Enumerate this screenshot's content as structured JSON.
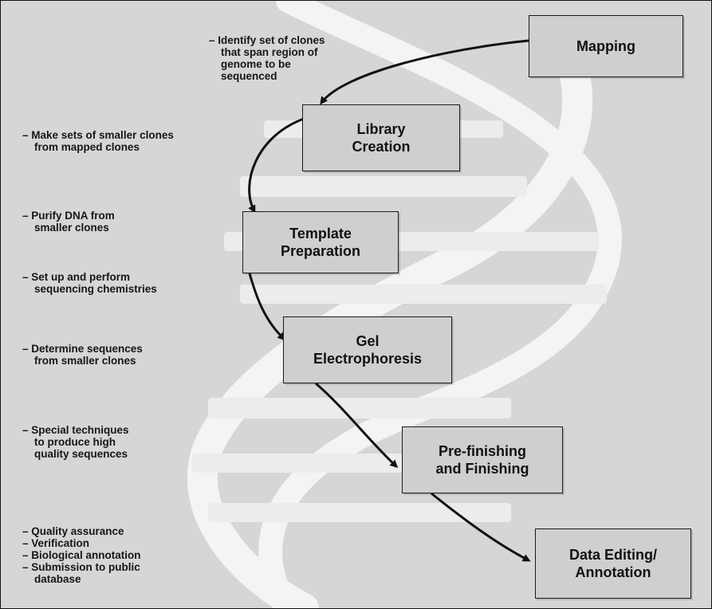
{
  "steps": [
    {
      "label": "Mapping"
    },
    {
      "label": "Library\nCreation"
    },
    {
      "label": "Template\nPreparation"
    },
    {
      "label": "Gel\nElectrophoresis"
    },
    {
      "label": "Pre-finishing\nand Finishing"
    },
    {
      "label": "Data Editing/\nAnnotation"
    }
  ],
  "notes": {
    "mapping": [
      "– Identify set of clones",
      "that span region of",
      "genome to be",
      "sequenced"
    ],
    "library": [
      "– Make sets of smaller clones",
      "from mapped clones"
    ],
    "purify": [
      "– Purify DNA from",
      "smaller clones"
    ],
    "chem": [
      "– Set up and perform",
      "sequencing chemistries"
    ],
    "determine": [
      "– Determine sequences",
      "from smaller clones"
    ],
    "special": [
      "– Special techniques",
      "to produce high",
      "quality sequences"
    ],
    "final": [
      "– Quality assurance",
      "– Verification",
      "– Biological annotation",
      "– Submission to public",
      "database"
    ]
  },
  "colors": {
    "background": "#d6d6d6",
    "helix": "#f4f4f4",
    "box_fill": "#cfcfcf",
    "ink": "#111111"
  }
}
